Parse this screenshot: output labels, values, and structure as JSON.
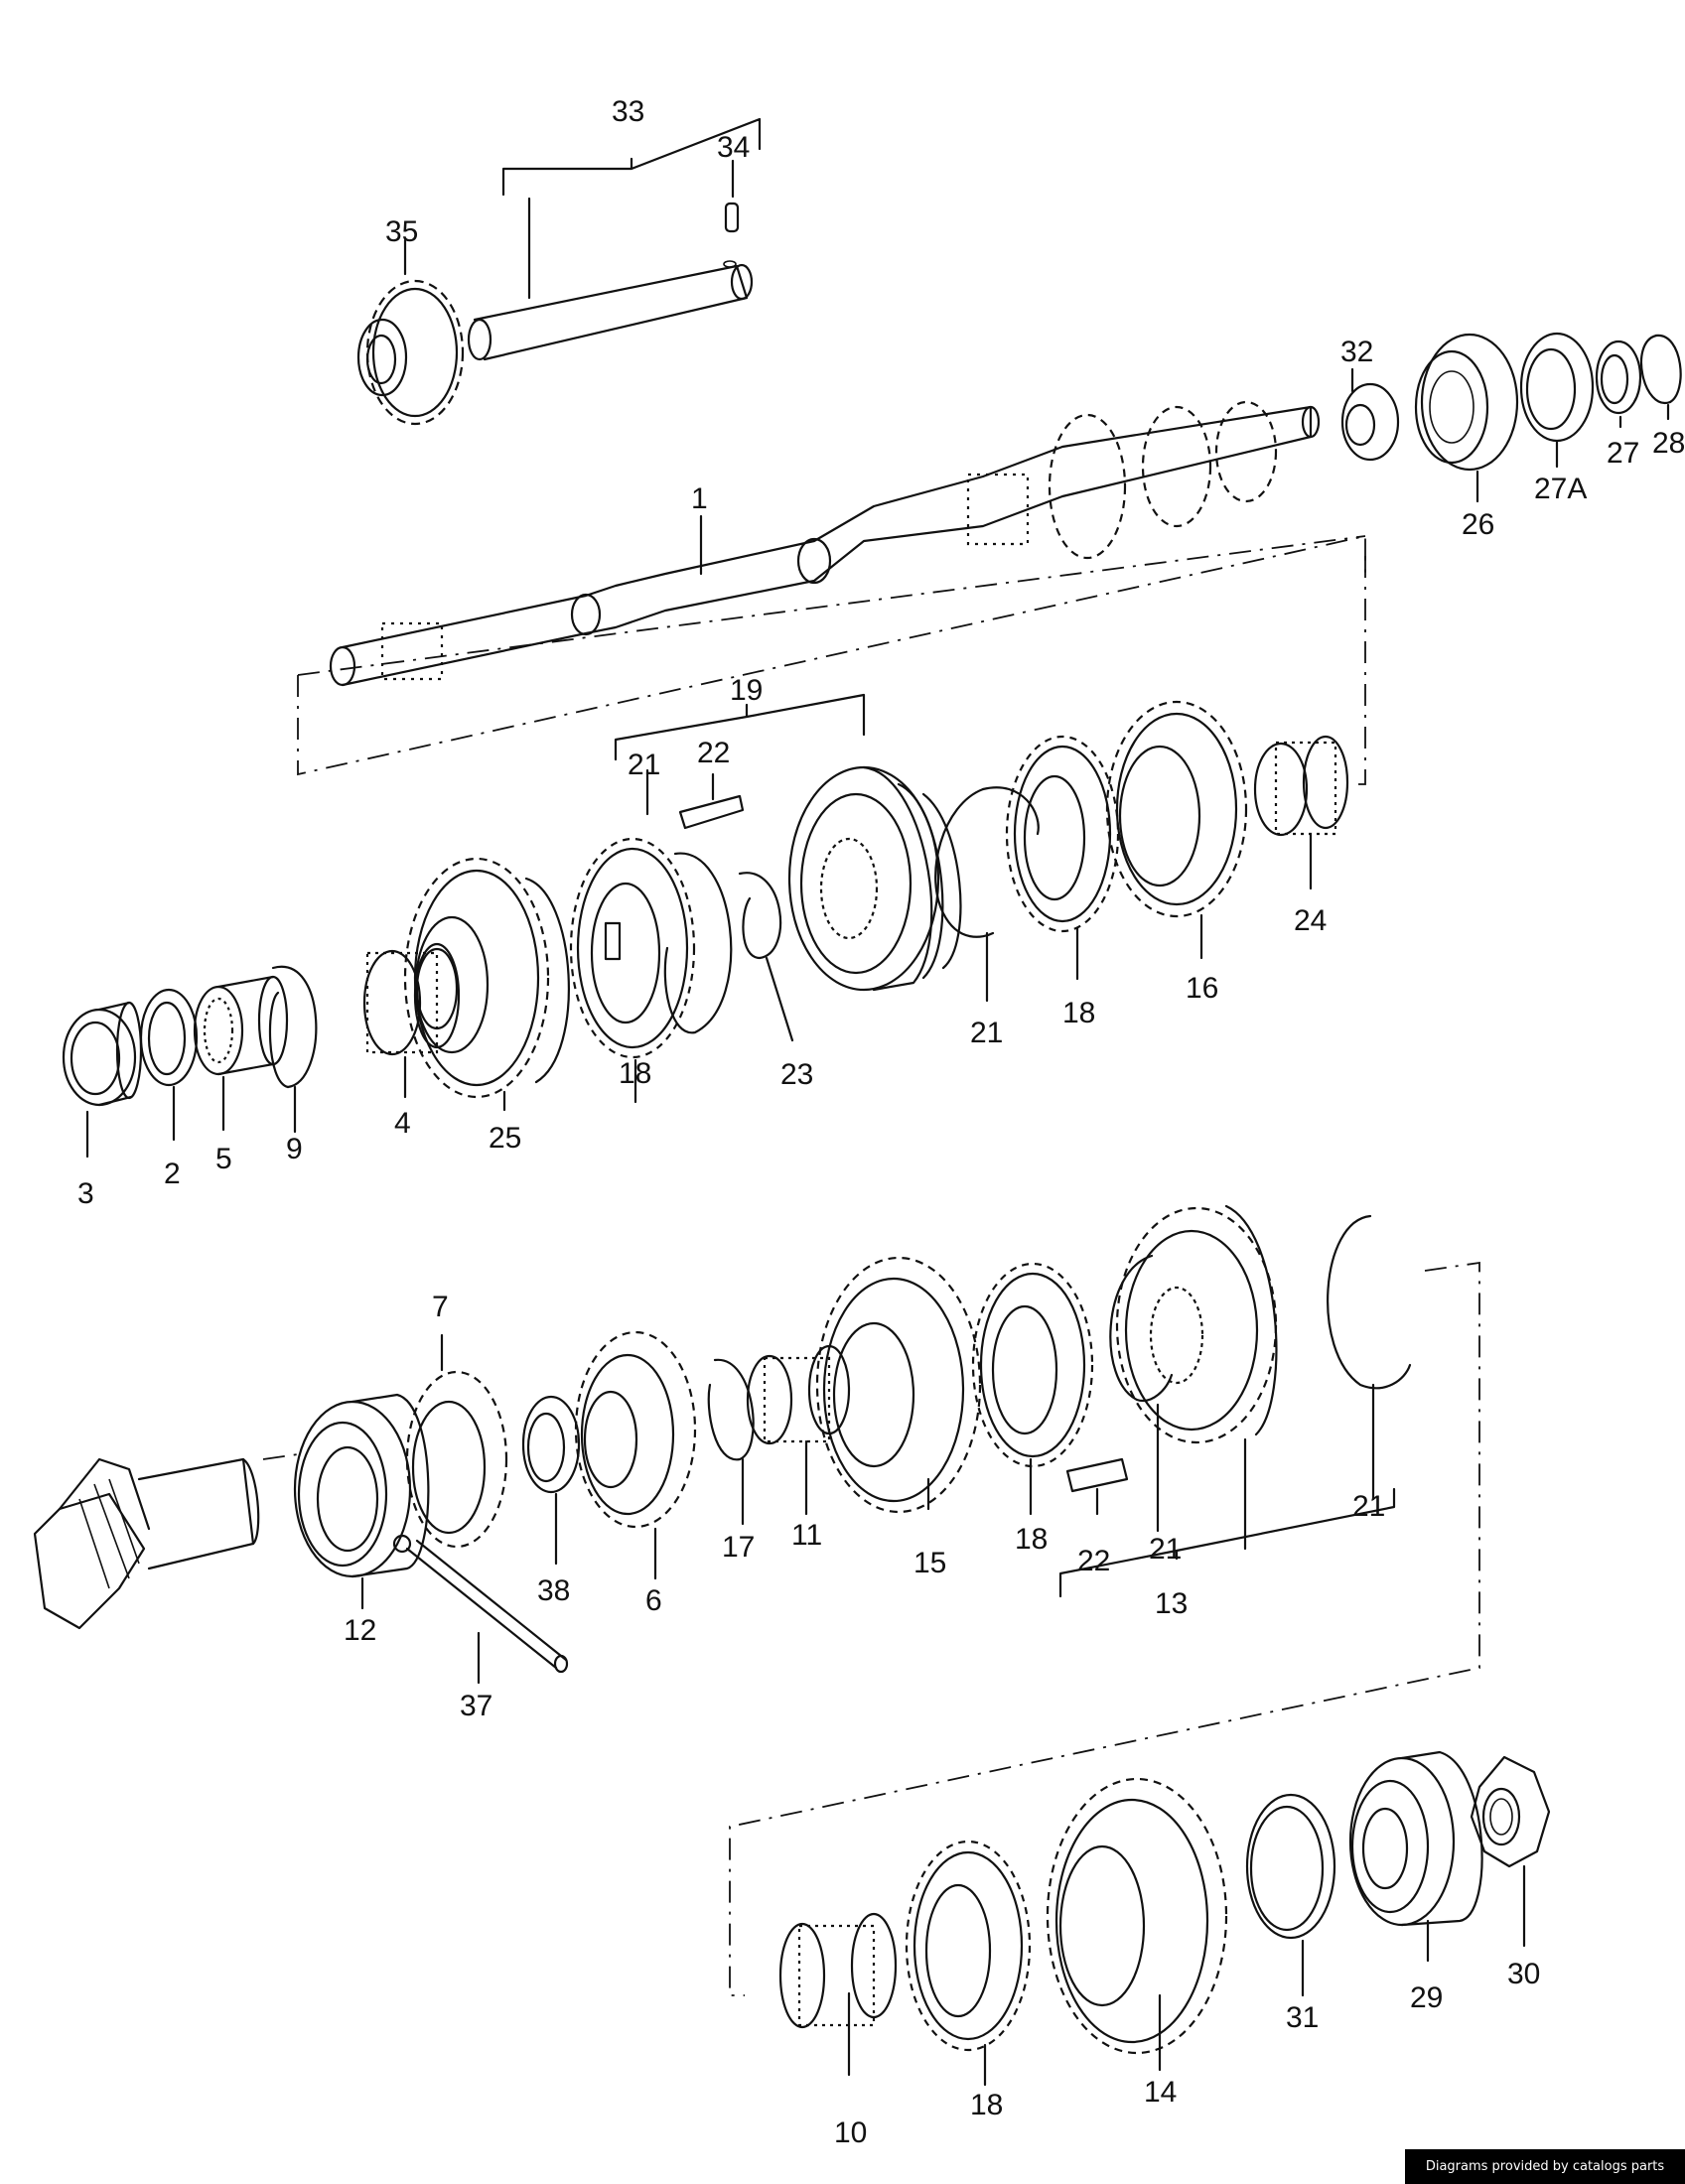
{
  "diagram": {
    "part_labels": {
      "p1": "1",
      "p2": "2",
      "p3": "3",
      "p4": "4",
      "p5": "5",
      "p6": "6",
      "p7": "7",
      "p9": "9",
      "p10": "10",
      "p11": "11",
      "p12": "12",
      "p13": "13",
      "p14": "14",
      "p15": "15",
      "p16": "16",
      "p17": "17",
      "p18a": "18",
      "p18b": "18",
      "p18c": "18",
      "p18d": "18",
      "p19": "19",
      "p21a": "21",
      "p21b": "21",
      "p21c": "21",
      "p21d": "21",
      "p22a": "22",
      "p22b": "22",
      "p23": "23",
      "p24": "24",
      "p25": "25",
      "p26": "26",
      "p27": "27",
      "p27A": "27A",
      "p28": "28",
      "p29": "29",
      "p30": "30",
      "p31": "31",
      "p32": "32",
      "p33": "33",
      "p34": "34",
      "p35": "35",
      "p37": "37",
      "p38": "38"
    }
  },
  "footer": {
    "credit": "Diagrams provided by catalogs parts"
  }
}
